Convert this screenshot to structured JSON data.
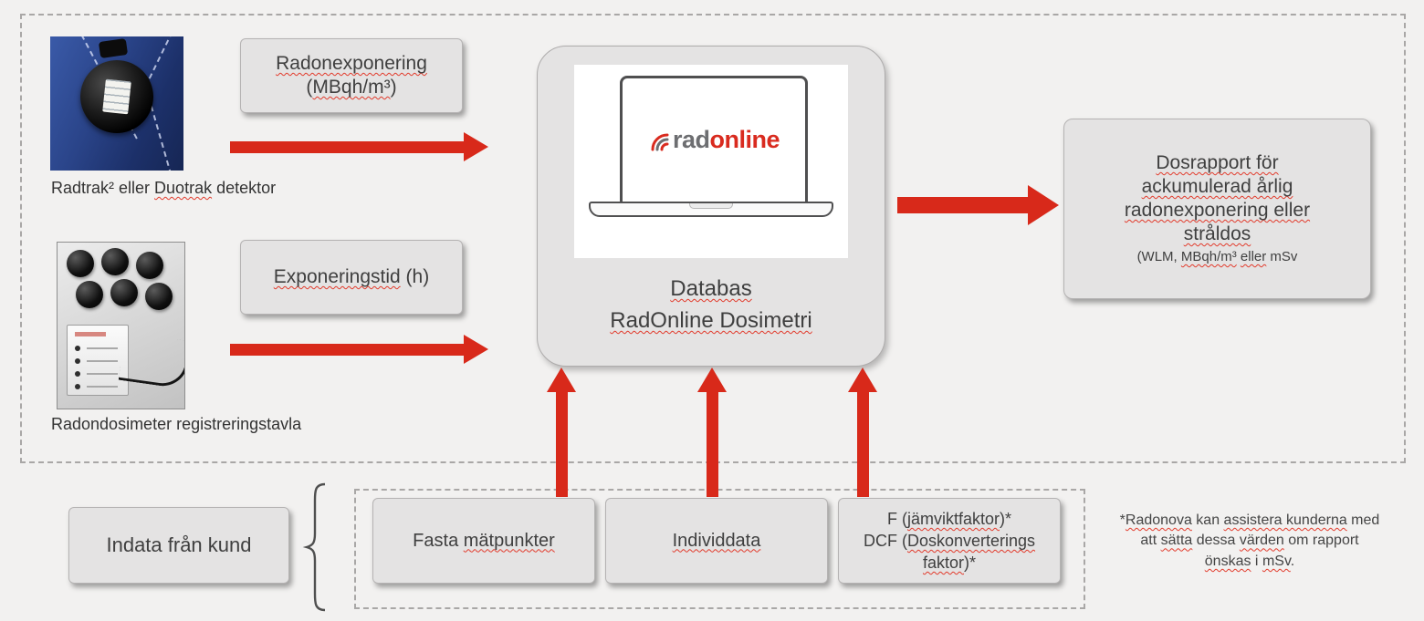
{
  "colors": {
    "accent_red": "#d8291a",
    "box_fill": "#e4e3e3",
    "box_border": "#b5b3b3",
    "dashed_border": "#a9a7a6",
    "text": "#3f3f3f",
    "spellcheck_red": "#e23a2b",
    "logo_gray": "#6d6e71",
    "logo_red": "#d92b1f"
  },
  "images": {
    "detector_photo": "radtrak-detector-on-blue-workwear-photo",
    "board_photo": "radon-dosimeter-registration-board-photo",
    "laptop": "laptop-line-drawing-with-radonline-logo"
  },
  "detector": {
    "caption": [
      {
        "t": "Radtrak² eller ",
        "sp": false
      },
      {
        "t": "Duotrak",
        "sp": true
      },
      {
        "t": " detektor",
        "sp": false
      }
    ]
  },
  "board": {
    "caption": [
      {
        "t": "Radondosimeter registreringstavla",
        "sp": false
      }
    ]
  },
  "exposure_box": {
    "line1": [
      {
        "t": "Radonexponering",
        "sp": true
      }
    ],
    "line2": [
      {
        "t": "(",
        "sp": false
      },
      {
        "t": "MBqh/m³",
        "sp": true
      },
      {
        "t": ")",
        "sp": false
      }
    ]
  },
  "time_box": {
    "line1": [
      {
        "t": "Exponeringstid",
        "sp": true
      },
      {
        "t": " (h)",
        "sp": false
      }
    ]
  },
  "database": {
    "logo": {
      "icon": "signal-arcs-icon",
      "rad": "rad",
      "online": "online"
    },
    "title_line1": [
      {
        "t": "Databas",
        "sp": true
      }
    ],
    "title_line2": [
      {
        "t": "RadOnline Dosimetri",
        "sp": true
      }
    ]
  },
  "report_box": {
    "line1": [
      {
        "t": "Dosrapport för",
        "sp": true
      }
    ],
    "line2": [
      {
        "t": "ackumulerad årlig",
        "sp": true
      }
    ],
    "line3": [
      {
        "t": "radonexponering eller",
        "sp": true
      }
    ],
    "line4": [
      {
        "t": "stråldos",
        "sp": true
      }
    ],
    "subline": [
      {
        "t": "(WLM, ",
        "sp": false
      },
      {
        "t": "MBqh/m³",
        "sp": true
      },
      {
        "t": " ",
        "sp": false
      },
      {
        "t": "eller",
        "sp": true
      },
      {
        "t": " mSv",
        "sp": false
      }
    ]
  },
  "input_box": {
    "label": [
      {
        "t": "Indata från kund",
        "sp": false
      }
    ]
  },
  "fixed_points_box": {
    "label": [
      {
        "t": "Fasta ",
        "sp": false
      },
      {
        "t": "mätpunkter",
        "sp": true
      }
    ]
  },
  "individual_box": {
    "label": [
      {
        "t": "Individdata",
        "sp": true
      }
    ]
  },
  "factor_box": {
    "line1": [
      {
        "t": "F (",
        "sp": false
      },
      {
        "t": "jämviktfaktor",
        "sp": true
      },
      {
        "t": ")*",
        "sp": false
      }
    ],
    "line2": [
      {
        "t": "DCF (",
        "sp": false
      },
      {
        "t": "Doskonverterings",
        "sp": true
      }
    ],
    "line3": [
      {
        "t": "faktor",
        "sp": true
      },
      {
        "t": ")*",
        "sp": false
      }
    ]
  },
  "footnote": {
    "line1": [
      {
        "t": "*",
        "sp": false
      },
      {
        "t": "Radonova",
        "sp": true
      },
      {
        "t": " kan ",
        "sp": false
      },
      {
        "t": "assistera kunderna",
        "sp": true
      },
      {
        "t": " med",
        "sp": false
      }
    ],
    "line2": [
      {
        "t": "att ",
        "sp": false
      },
      {
        "t": "sätta",
        "sp": true
      },
      {
        "t": " dessa ",
        "sp": false
      },
      {
        "t": "värden",
        "sp": true
      },
      {
        "t": " om rapport",
        "sp": false
      }
    ],
    "line3": [
      {
        "t": "önskas",
        "sp": true
      },
      {
        "t": " i ",
        "sp": false
      },
      {
        "t": "mSv",
        "sp": true
      },
      {
        "t": ".",
        "sp": false
      }
    ]
  }
}
